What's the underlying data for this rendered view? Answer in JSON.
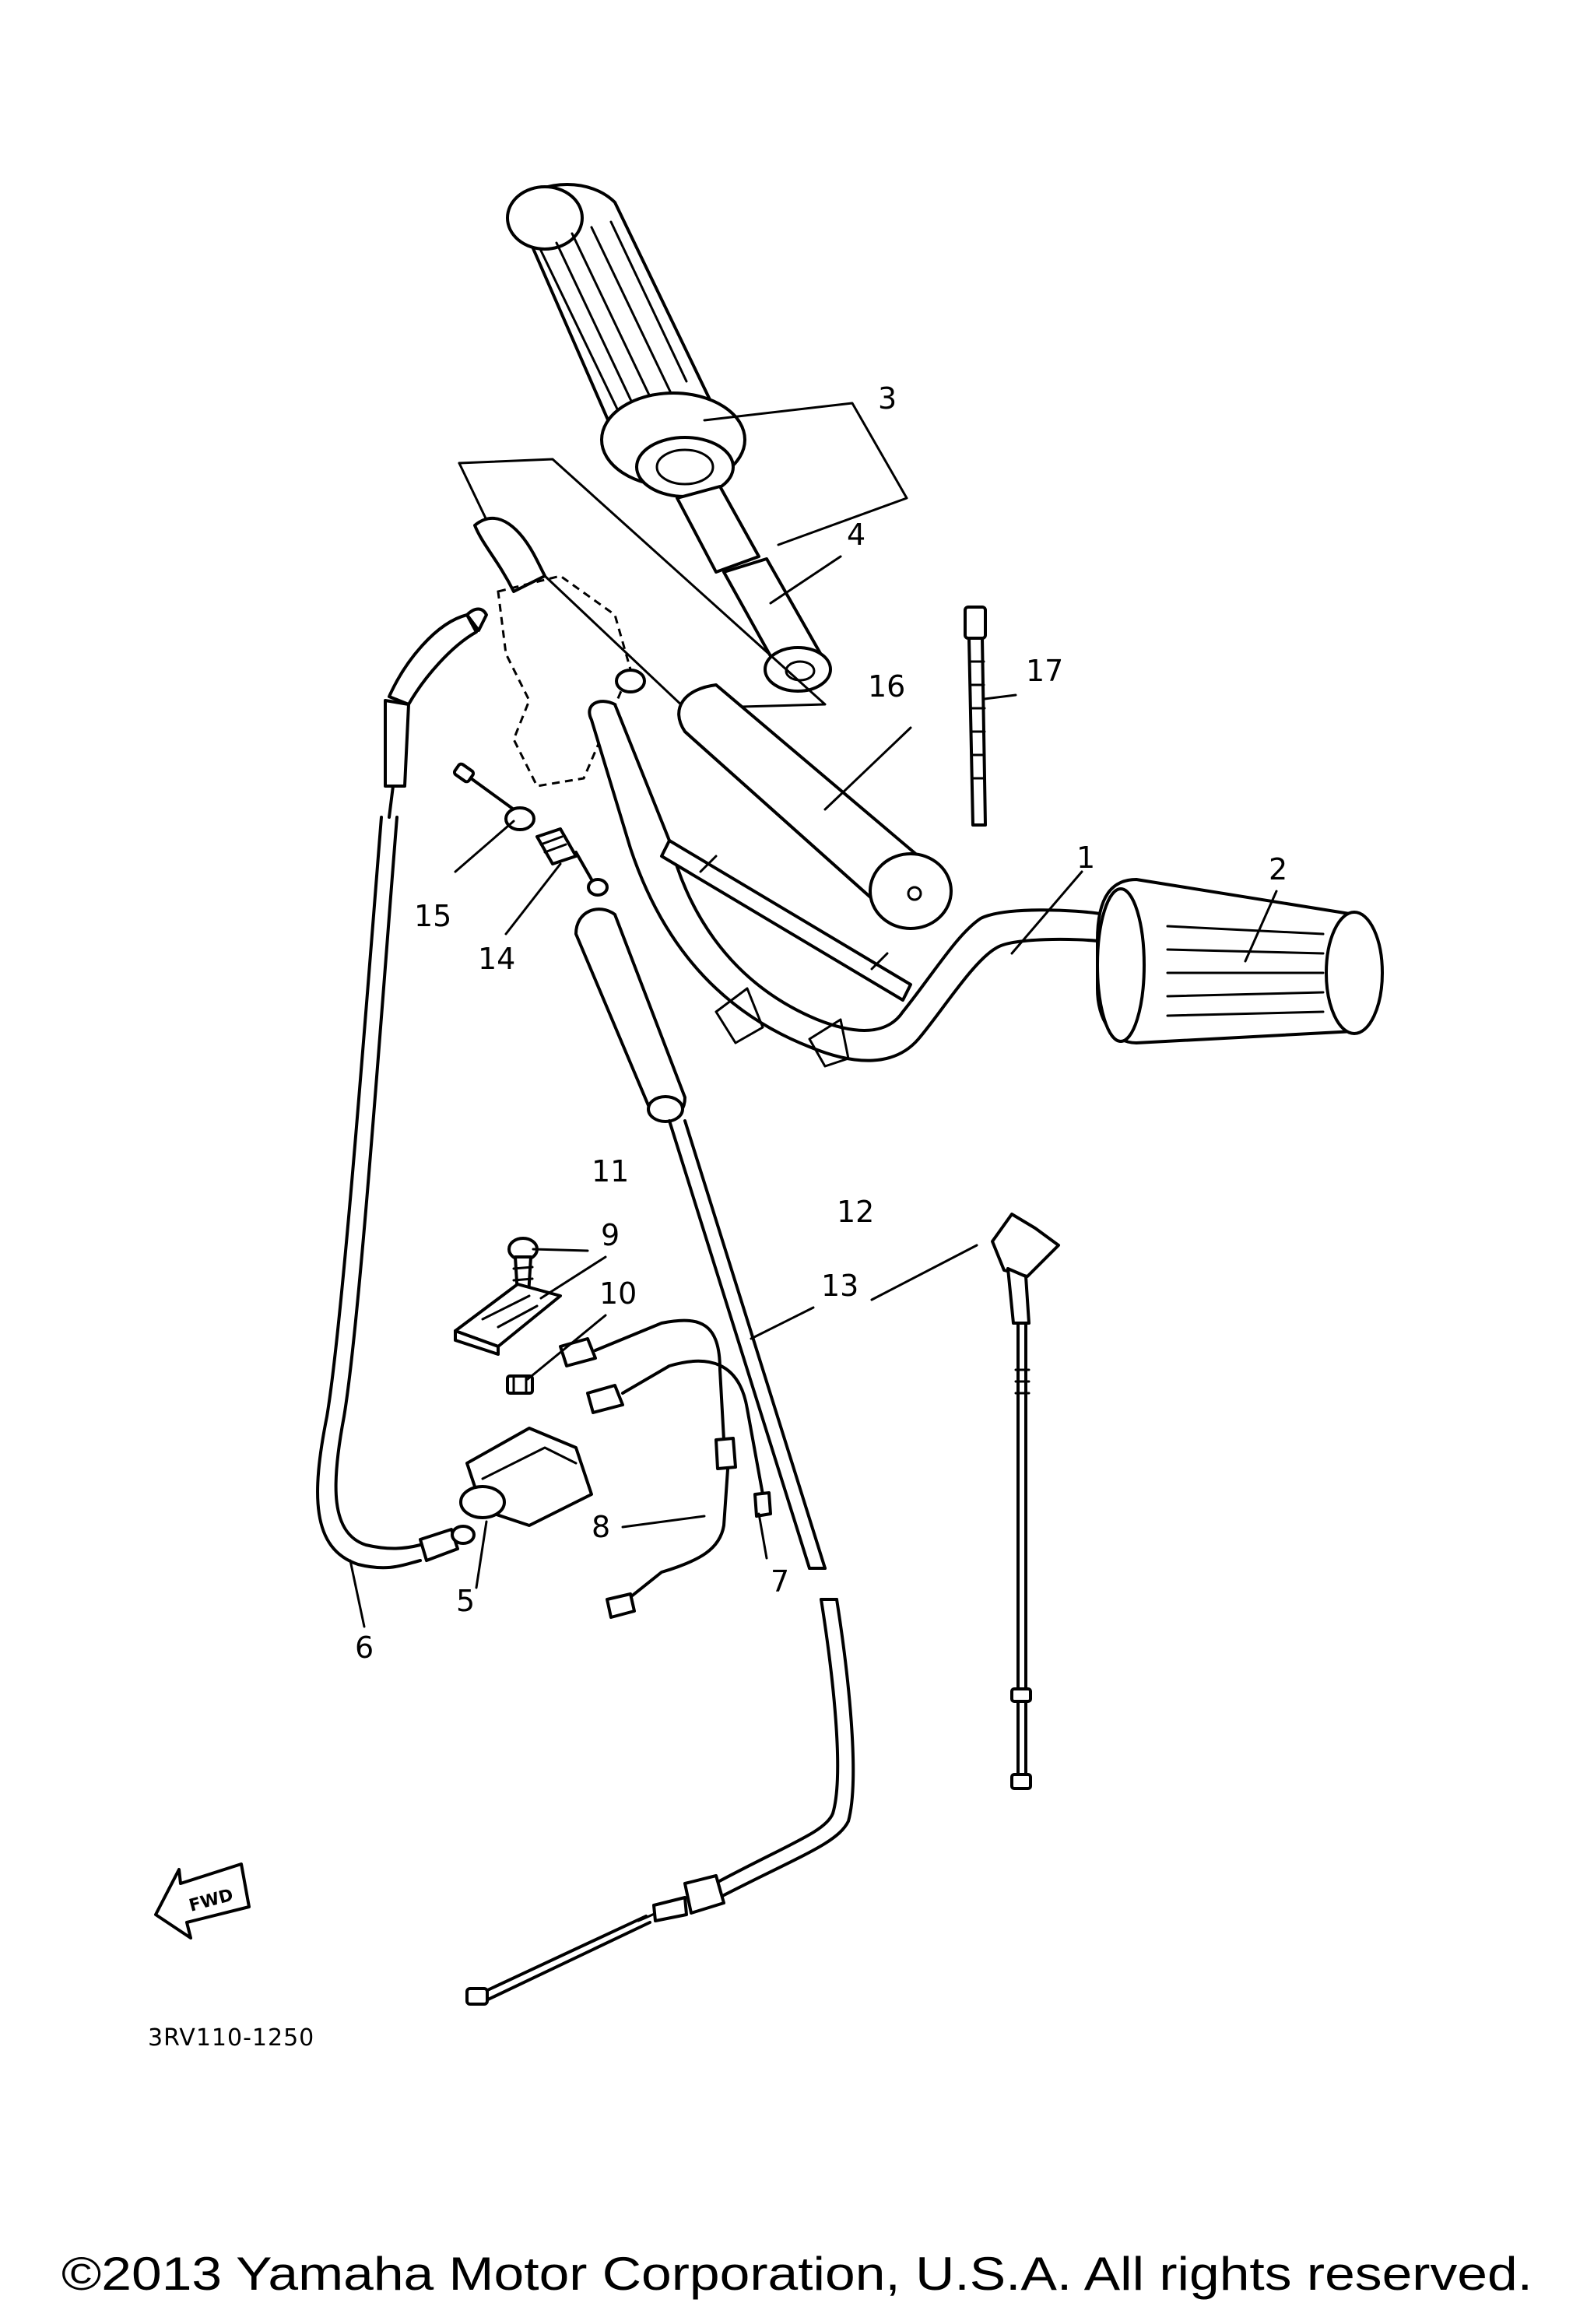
{
  "diagram": {
    "callouts": [
      {
        "id": "1",
        "label": "1"
      },
      {
        "id": "2",
        "label": "2"
      },
      {
        "id": "3",
        "label": "3"
      },
      {
        "id": "4",
        "label": "4"
      },
      {
        "id": "5",
        "label": "5"
      },
      {
        "id": "6",
        "label": "6"
      },
      {
        "id": "7",
        "label": "7"
      },
      {
        "id": "8",
        "label": "8"
      },
      {
        "id": "9",
        "label": "9"
      },
      {
        "id": "10",
        "label": "10"
      },
      {
        "id": "11",
        "label": "11"
      },
      {
        "id": "12",
        "label": "12"
      },
      {
        "id": "13",
        "label": "13"
      },
      {
        "id": "14",
        "label": "14"
      },
      {
        "id": "15",
        "label": "15"
      },
      {
        "id": "16",
        "label": "16"
      },
      {
        "id": "17",
        "label": "17"
      }
    ],
    "fwd_label": "FWD",
    "diagram_code": "3RV110-1250",
    "copyright": "©2013 Yamaha Motor Corporation, U.S.A. All rights reserved."
  }
}
